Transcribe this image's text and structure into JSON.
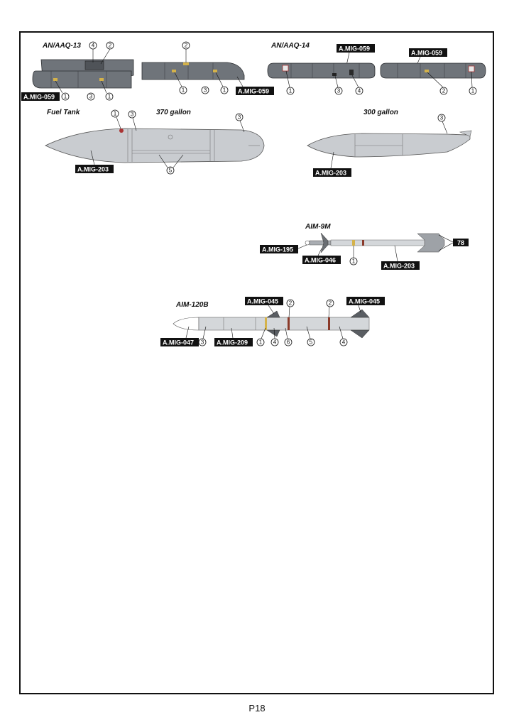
{
  "titles": {
    "aaq13": "AN/AAQ-13",
    "aaq14": "AN/AAQ-14",
    "fuel_tank": "Fuel Tank",
    "g370": "370 gallon",
    "g300": "300 gallon",
    "aim9m": "AIM-9M",
    "aim120b": "AIM-120B"
  },
  "paint_codes": {
    "aaq13_left": "A.MIG-059",
    "aaq13_right": "A.MIG-059",
    "aaq14_left": "A.MIG-059",
    "aaq14_right": "A.MIG-059",
    "tank370": "A.MIG-203",
    "tank300": "A.MIG-203",
    "aim9_nose": "A.MIG-195",
    "aim9_fin": "A.MIG-046",
    "aim9_body": "A.MIG-203",
    "aim120_nose": "A.MIG-047",
    "aim120_body": "A.MIG-209",
    "aim120_fin_front": "A.MIG-045",
    "aim120_fin_rear": "A.MIG-045"
  },
  "decal_78": "78",
  "callouts": {
    "n1": "1",
    "n2": "2",
    "n3": "3",
    "n4": "4",
    "n5": "5",
    "n6": "6"
  },
  "page_number": "P18"
}
